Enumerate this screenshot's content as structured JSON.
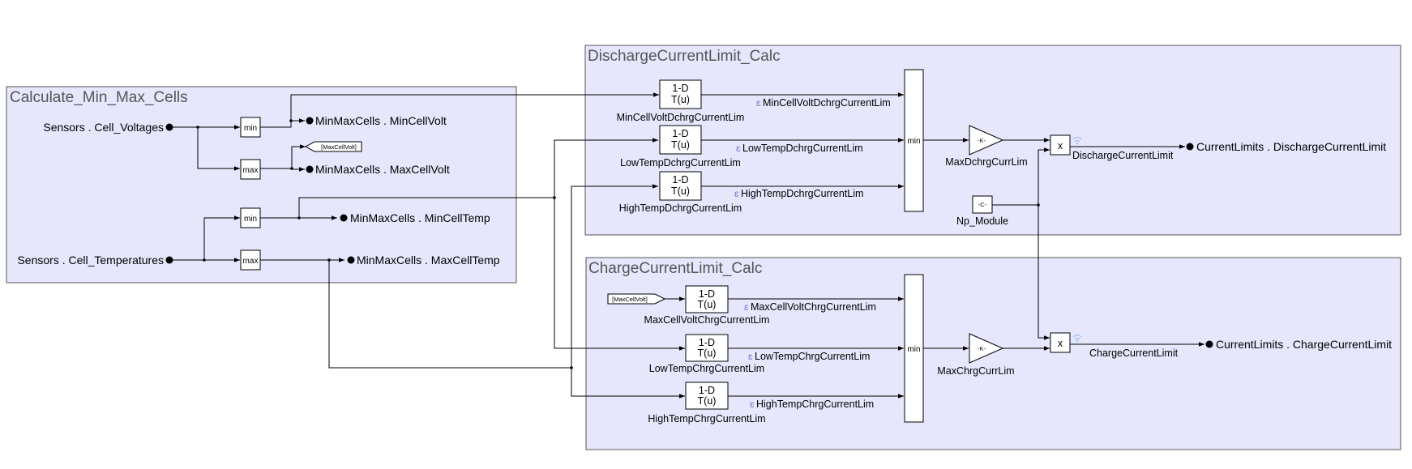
{
  "subsystems": {
    "minmax": {
      "title": "Calculate_Min_Max_Cells",
      "inport_voltages": "Sensors . Cell_Voltages",
      "inport_temperatures": "Sensors . Cell_Temperatures",
      "min_label": "min",
      "max_label": "max",
      "out_min_cell_volt": "MinMaxCells . MinCellVolt",
      "out_max_cell_volt": "MinMaxCells . MaxCellVolt",
      "out_min_cell_temp": "MinMaxCells . MinCellTemp",
      "out_max_cell_temp": "MinMaxCells . MaxCellTemp",
      "goto_tag": "[MaxCellVolt]"
    },
    "discharge": {
      "title": "DischargeCurrentLimit_Calc",
      "lut1_name": "MinCellVoltDchrgCurrentLim",
      "lut2_name": "LowTempDchrgCurrentLim",
      "lut3_name": "HighTempDchrgCurrentLim",
      "sig1": "MinCellVoltDchrgCurrentLim",
      "sig2": "LowTempDchrgCurrentLim",
      "sig3": "HighTempDchrgCurrentLim",
      "min_label": "min",
      "gain_label": "-K-",
      "gain_name": "MaxDchrgCurrLim",
      "const_label": "-C-",
      "const_name": "Np_Module",
      "product_label": "x",
      "out_signal": "DischargeCurrentLimit",
      "outport": "CurrentLimits . DischargeCurrentLimit"
    },
    "charge": {
      "title": "ChargeCurrentLimit_Calc",
      "from_tag": "[MaxCellVolt]",
      "lut1_name": "MaxCellVoltChrgCurrentLim",
      "lut2_name": "LowTempChrgCurrentLim",
      "lut3_name": "HighTempChrgCurrentLim",
      "sig1": "MaxCellVoltChrgCurrentLim",
      "sig2": "LowTempChrgCurrentLim",
      "sig3": "HighTempChrgCurrentLim",
      "min_label": "min",
      "gain_label": "-K-",
      "gain_name": "MaxChrgCurrLim",
      "product_label": "x",
      "out_signal": "ChargeCurrentLimit",
      "outport": "CurrentLimits . ChargeCurrentLimit"
    }
  },
  "lut": {
    "line1": "1-D",
    "line2": "T(u)"
  }
}
